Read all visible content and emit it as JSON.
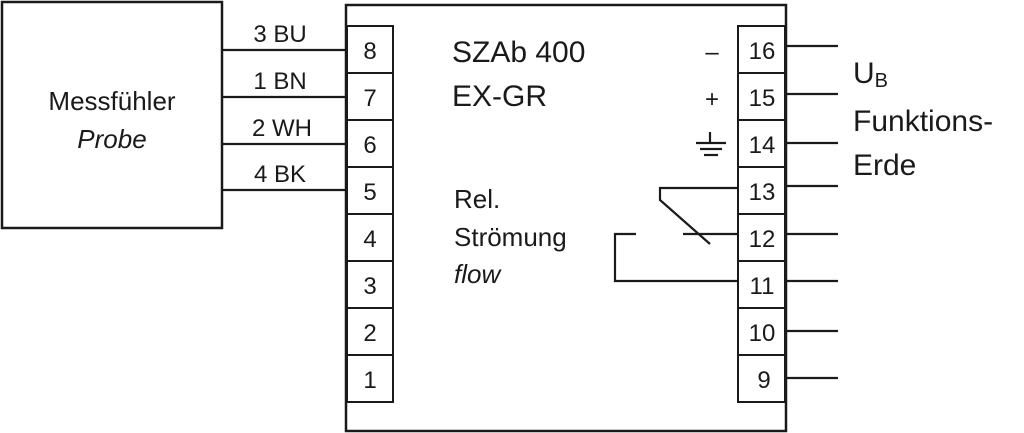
{
  "probe": {
    "title": "Messfühler",
    "subtitle": "Probe"
  },
  "wires": [
    {
      "label": "3 BU",
      "terminal": "8"
    },
    {
      "label": "1 BN",
      "terminal": "7"
    },
    {
      "label": "2 WH",
      "terminal": "6"
    },
    {
      "label": "4 BK",
      "terminal": "5"
    }
  ],
  "device": {
    "model_line1": "SZAb 400",
    "model_line2": "EX-GR",
    "relay_label_1": "Rel.",
    "relay_label_2": "Strömung",
    "relay_label_3": "flow"
  },
  "left_terminals": [
    "8",
    "7",
    "6",
    "5",
    "4",
    "3",
    "2",
    "1"
  ],
  "right_terminals": [
    "16",
    "15",
    "14",
    "13",
    "12",
    "11",
    "10",
    "9"
  ],
  "polarity": {
    "minus": "–",
    "plus": "+"
  },
  "right_labels": {
    "supply_main": "U",
    "supply_sub": "B",
    "earth_line1": "Funktions-",
    "earth_line2": "Erde"
  }
}
